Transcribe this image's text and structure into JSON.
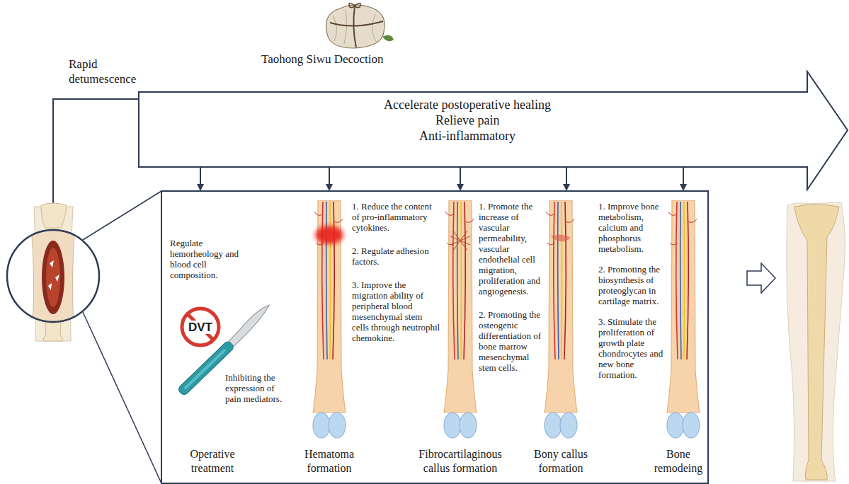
{
  "diagram": {
    "title": "Taohong Siwu Decoction",
    "nodes": [
      {
        "text": [
          "Accelerate postoperative healing",
          "Relieve pain",
          "Anti-inflammatory"
        ]
      },
      {
        "text": [
          "Regulate hemorheology and blood cell composition.",
          "Inhibiting the expression of pain mediators.",
          "Operative treatment"
        ]
      },
      {
        "text": [
          "1. Reduce the content of pro-inflammatory cytokines.",
          "2. Regulate adhesion factors.",
          "3. Improve the migration ability of peripheral blood mesenchymal stem cells through neutrophil chemokine.",
          "Hematoma formation"
        ]
      },
      {
        "text": [
          "1. Promote the increase of vascular permeability, vascular endothelial cell migration, proliferation and angiogenesis.",
          "2. Promoting the osteogenic differentiation of bone marrow mesenchymal stem cells.",
          "Fibrocartilaginous callus formation"
        ]
      },
      {
        "text": [
          "1. Improve bone metabolism, calcium and phosphorus metabolism.",
          "2. Promoting the biosynthesis of proteoglycan in cartilage matrix.",
          "3. Stimulate the proliferation of growth plate chondrocytes and new bone formation.",
          "Bony callus formation"
        ]
      },
      {
        "text": [
          "Bone remodeing"
        ]
      }
    ],
    "edges": [
      {
        "from": 0,
        "to": 1,
        "arrow": "to"
      },
      {
        "from": 0,
        "to": 2,
        "arrow": "to"
      },
      {
        "from": 0,
        "to": 3,
        "arrow": "to"
      },
      {
        "from": 0,
        "to": 4,
        "arrow": "to"
      },
      {
        "from": 0,
        "to": 5,
        "arrow": "to"
      }
    ],
    "labels": [
      "Rapid detumescence",
      "DVT"
    ]
  }
}
